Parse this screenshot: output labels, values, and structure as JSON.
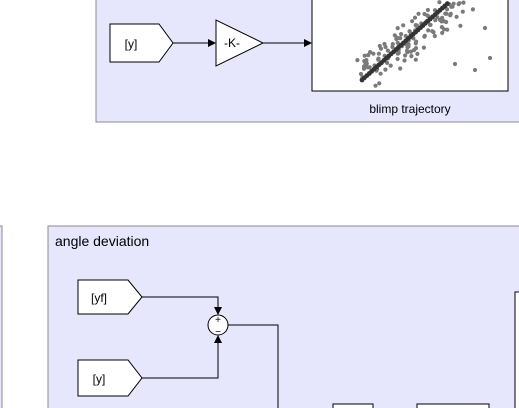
{
  "top_subsystem": {
    "goto_tag": "[y]",
    "gain_label": "-K-",
    "scope_caption": "blimp trajectory"
  },
  "bottom_subsystem": {
    "title": "angle deviation",
    "from_yf": "[yf]",
    "from_y": "[y]",
    "sum_plus": "+",
    "sum_minus": "−"
  },
  "colors": {
    "area_fill": "#e6e6fc",
    "area_border": "#8c8c8c",
    "block_fill": "#ffffff",
    "line": "#000000",
    "dot_color": "#7a7a7a",
    "trend_color": "#333333"
  }
}
